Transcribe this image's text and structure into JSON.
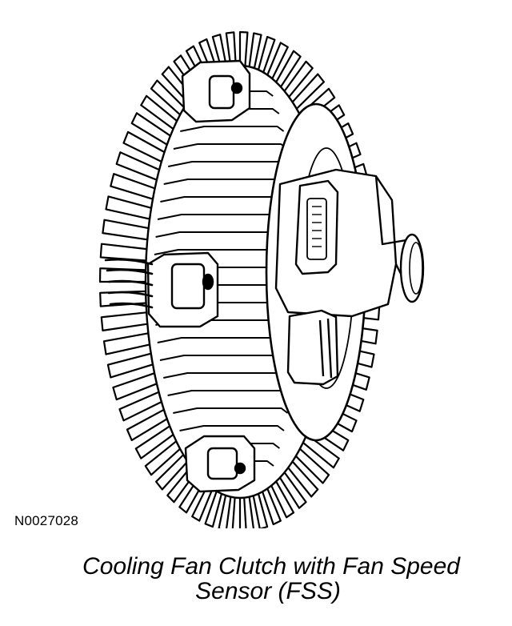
{
  "figure": {
    "id": "N0027028",
    "caption_line1": "Cooling Fan Clutch with Fan Speed",
    "caption_line2": "Sensor (FSS)"
  },
  "colors": {
    "ink": "#000000",
    "paper": "#ffffff"
  }
}
